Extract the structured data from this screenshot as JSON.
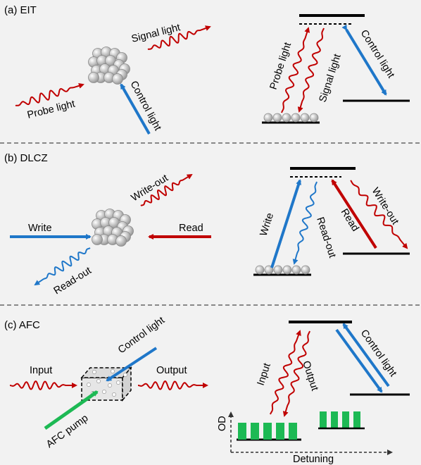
{
  "colors": {
    "background": "#f2f2f2",
    "red": "#c00000",
    "blue": "#1f77c9",
    "green": "#1db954",
    "black": "#000000",
    "divider": "#888888",
    "atom": "#b5b5b5"
  },
  "panels": {
    "eit": {
      "title": "(a) EIT",
      "labels": {
        "signal_left": "Signal light",
        "probe_left": "Probe light",
        "control_left": "Control light",
        "probe_right": "Probe light",
        "signal_right": "Signal light",
        "control_right": "Control light"
      }
    },
    "dlcz": {
      "title": "(b) DLCZ",
      "labels": {
        "write_left": "Write",
        "read_left": "Read",
        "writeout_left": "Write-out",
        "readout_left": "Read-out",
        "write_right": "Write",
        "readout_right": "Read-out",
        "read_right": "Read",
        "writeout_right": "Write-out"
      }
    },
    "afc": {
      "title": "(c) AFC",
      "labels": {
        "input_left": "Input",
        "output_left": "Output",
        "control_left": "Control light",
        "pump_left": "AFC pump",
        "input_right": "Input",
        "output_right": "Output",
        "control_right": "Control light",
        "od_axis": "OD",
        "detuning_axis": "Detuning"
      }
    }
  }
}
